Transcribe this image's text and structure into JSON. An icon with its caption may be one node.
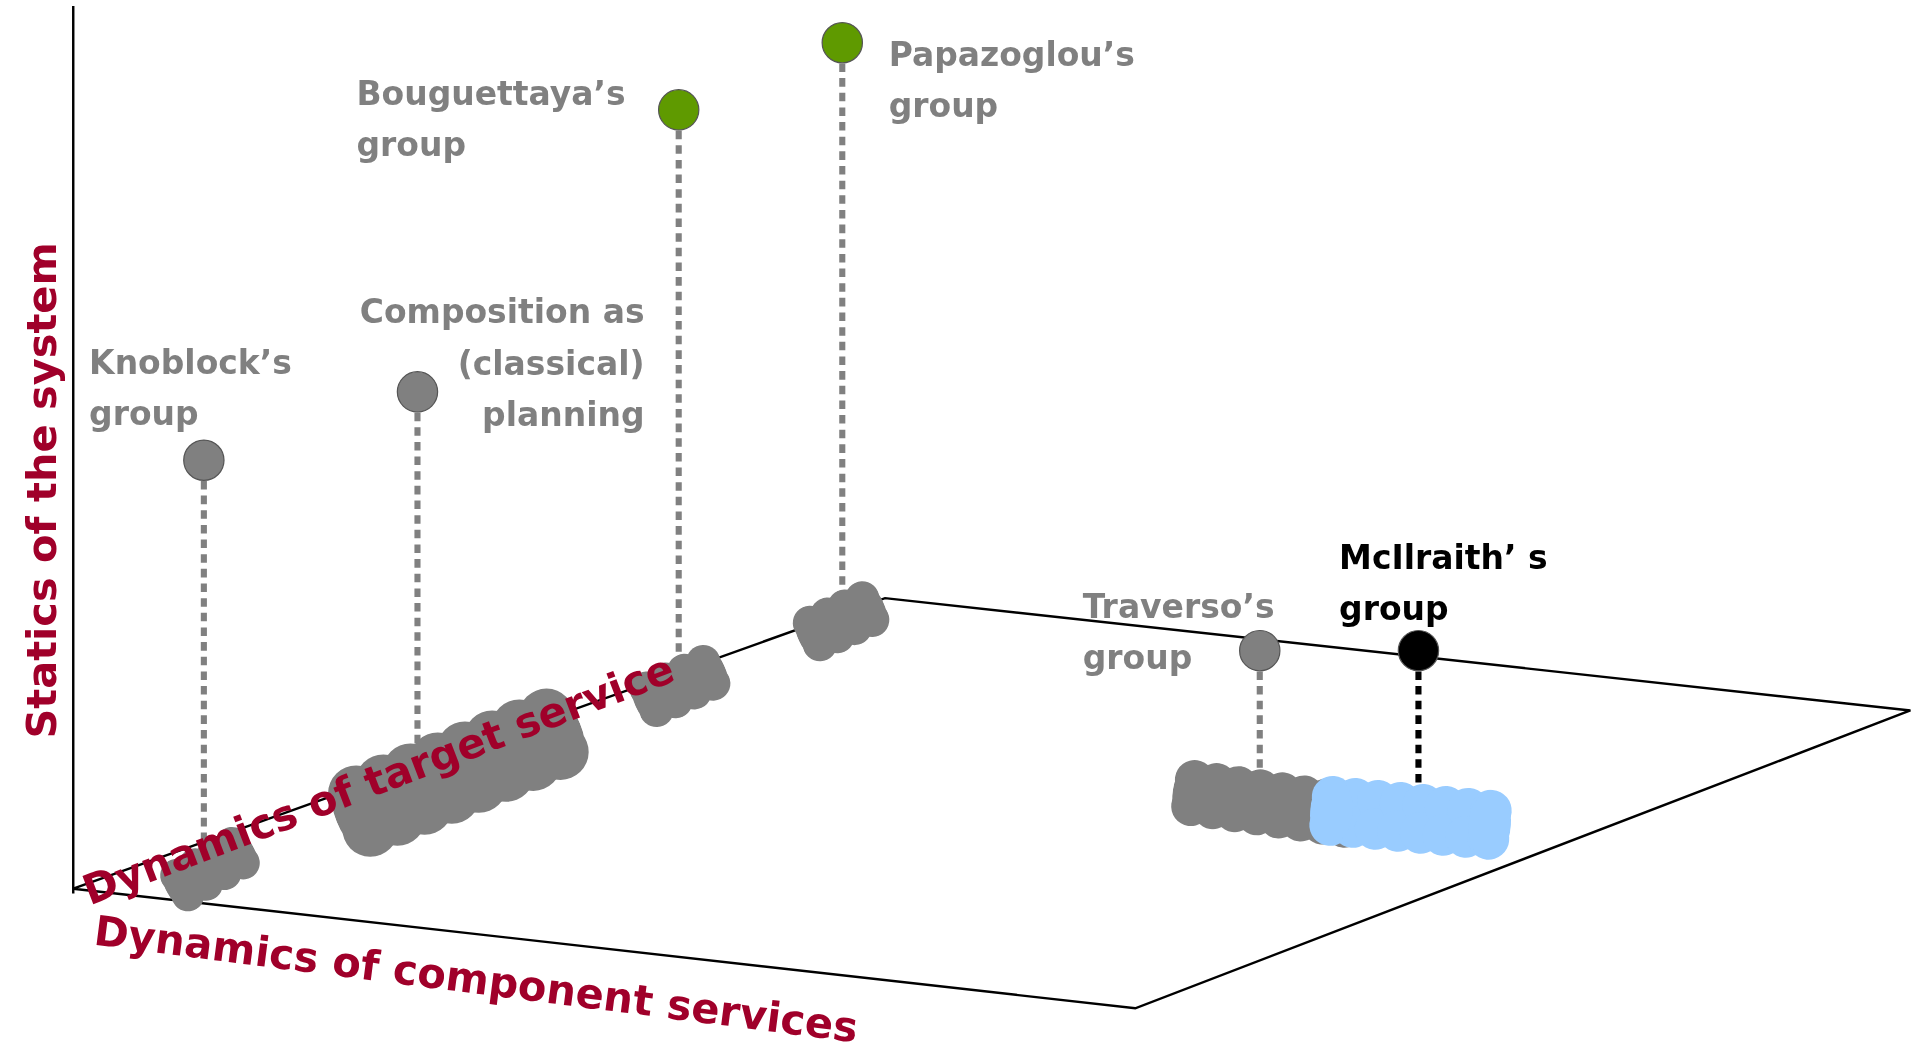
{
  "diagram": {
    "nodes": [
      {
        "text": [],
        "shape": "circle",
        "beside": [
          "Knoblock’s group"
        ]
      },
      {
        "text": [],
        "shape": "circle",
        "beside": [
          "Composition as (classical) planning"
        ]
      },
      {
        "text": [],
        "shape": "circle",
        "beside": [
          "Bouguettaya’s group"
        ]
      },
      {
        "text": [],
        "shape": "circle",
        "beside": [
          "Papazoglou’s group"
        ]
      },
      {
        "text": [],
        "shape": "circle",
        "beside": [
          "Traverso’s group"
        ]
      },
      {
        "text": [],
        "shape": "circle",
        "beside": [
          "McIlraith’ s group"
        ]
      },
      {
        "text": [],
        "shape": "cloud"
      },
      {
        "text": [],
        "shape": "cloud"
      },
      {
        "text": [],
        "shape": "cloud"
      },
      {
        "text": [],
        "shape": "cloud"
      },
      {
        "text": [],
        "shape": "cloud"
      },
      {
        "text": [],
        "shape": "cloud"
      }
    ],
    "edges": [
      {
        "from": 0,
        "to": 6,
        "arrow": "none",
        "style": "dashed"
      },
      {
        "from": 1,
        "to": 7,
        "arrow": "none",
        "style": "dashed"
      },
      {
        "from": 2,
        "to": 8,
        "arrow": "none",
        "style": "dashed"
      },
      {
        "from": 3,
        "to": 9,
        "arrow": "none",
        "style": "dashed"
      },
      {
        "from": 4,
        "to": 10,
        "arrow": "none",
        "style": "dashed"
      },
      {
        "from": 5,
        "to": 11,
        "arrow": "none",
        "style": "dashed",
        "color": "#000000"
      }
    ],
    "labels": [
      "Statics of the system",
      "Dynamics of target service",
      "Dynamics of component services"
    ]
  }
}
